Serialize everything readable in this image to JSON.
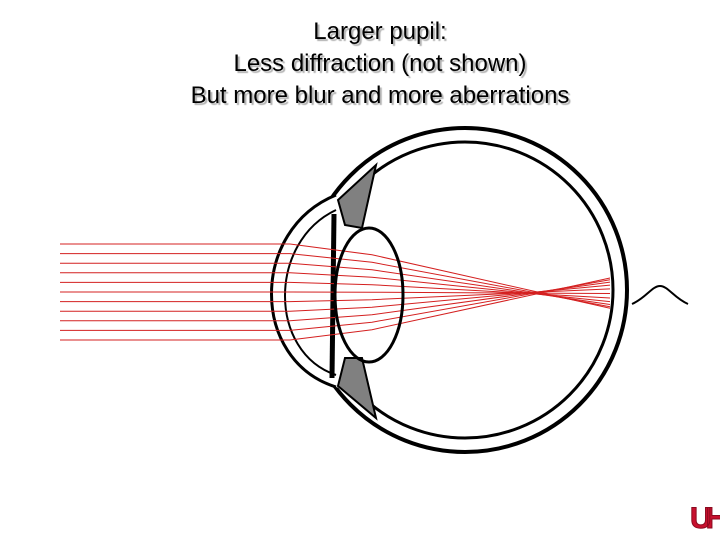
{
  "title": {
    "line1": "Larger pupil:",
    "line2": "Less diffraction (not shown)",
    "line3": "But more blur and more aberrations"
  },
  "colors": {
    "ray": "#d42020",
    "iris": "#808080",
    "outline": "#000000",
    "logo": "#c8102e"
  },
  "logo": {
    "letters": "UH"
  }
}
